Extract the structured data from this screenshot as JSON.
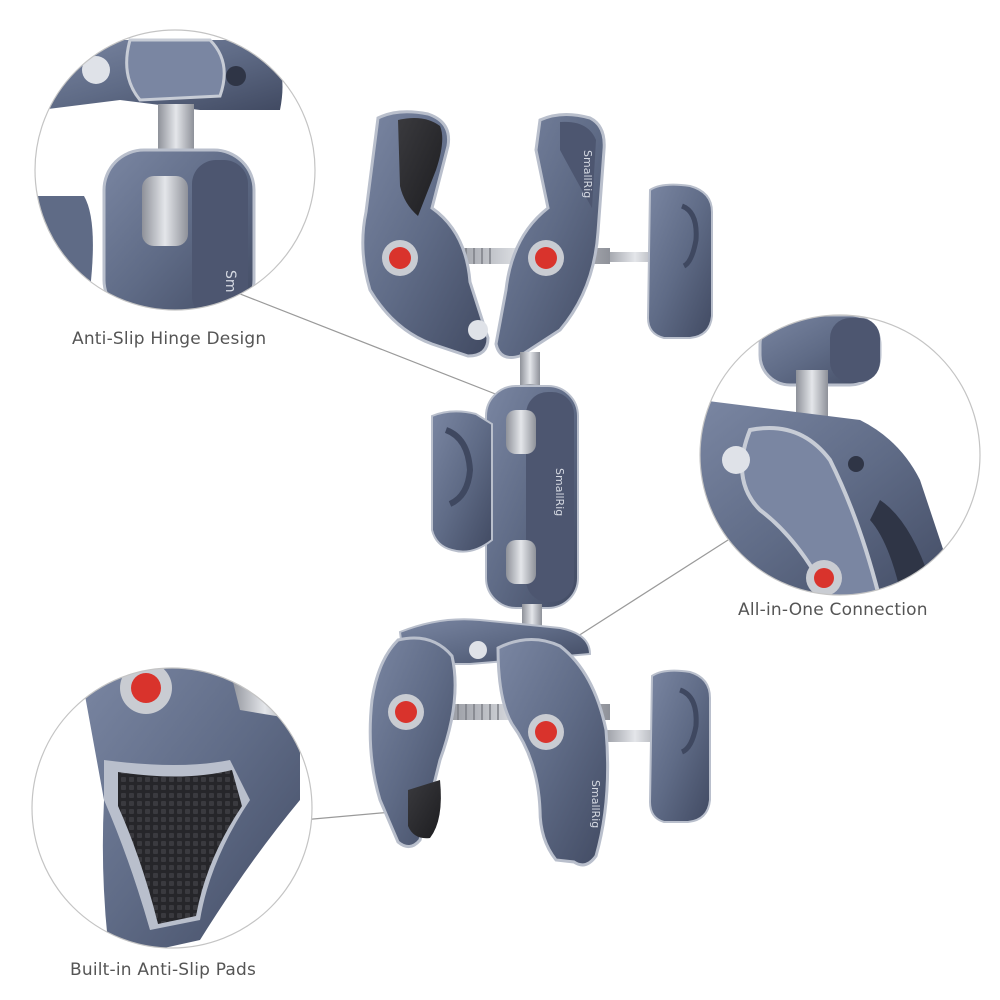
{
  "features": {
    "hinge": "Anti-Slip Hinge Design",
    "connection": "All-in-One Connection",
    "pads": "Built-in Anti-Slip Pads"
  },
  "brand": {
    "engraving": "SmallRig"
  },
  "colors": {
    "background": "#ffffff",
    "metal": "#5f6b86",
    "metal_dark": "#3f4860",
    "edge_highlight": "#b9bfcc",
    "rubber": "#2a2a2d",
    "knob_red": "#d9332c",
    "steel": "#c9ccd2",
    "leader_line": "#9a9a9a",
    "callout_border": "#c4c4c4",
    "label_text": "#555555"
  },
  "icons": [
    "super-clamp-icon",
    "magic-arm-icon",
    "anti-slip-pad-icon"
  ]
}
